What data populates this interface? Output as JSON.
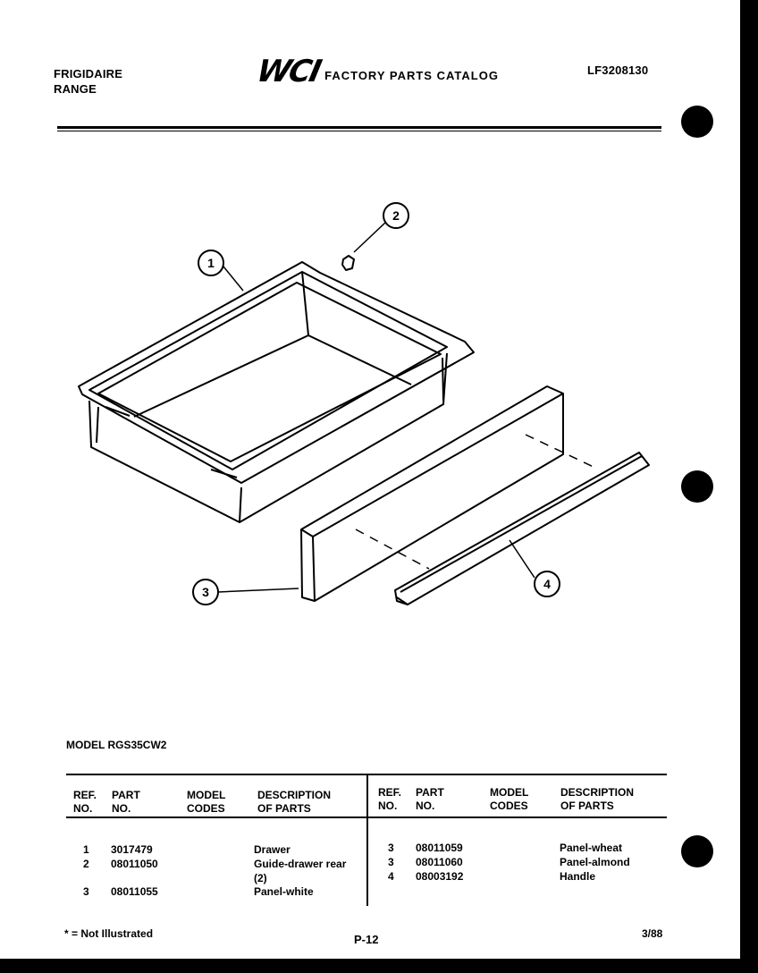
{
  "header": {
    "brand_line1": "FRIGIDAIRE",
    "brand_line2": "RANGE",
    "logo_text": "WCI",
    "catalog_title": "FACTORY PARTS CATALOG",
    "doc_number": "LF3208130"
  },
  "diagram": {
    "callouts": [
      "1",
      "2",
      "3",
      "4"
    ]
  },
  "model_label": "MODEL RGS35CW2",
  "table": {
    "headers": {
      "ref": [
        "REF.",
        "NO."
      ],
      "part": [
        "PART",
        "NO."
      ],
      "model": [
        "MODEL",
        "CODES"
      ],
      "desc": [
        "DESCRIPTION",
        "OF PARTS"
      ]
    },
    "left_rows": [
      {
        "ref": "1",
        "part": "3017479",
        "model": "",
        "desc": "Drawer"
      },
      {
        "ref": "2",
        "part": "08011050",
        "model": "",
        "desc": "Guide-drawer rear"
      },
      {
        "ref": "",
        "part": "",
        "model": "",
        "desc": "(2)"
      },
      {
        "ref": "3",
        "part": "08011055",
        "model": "",
        "desc": "Panel-white"
      }
    ],
    "right_rows": [
      {
        "ref": "3",
        "part": "08011059",
        "model": "",
        "desc": "Panel-wheat"
      },
      {
        "ref": "3",
        "part": "08011060",
        "model": "",
        "desc": "Panel-almond"
      },
      {
        "ref": "4",
        "part": "08003192",
        "model": "",
        "desc": "Handle"
      }
    ]
  },
  "footer": {
    "note": "* = Not Illustrated",
    "page": "P-12",
    "date": "3/88"
  }
}
